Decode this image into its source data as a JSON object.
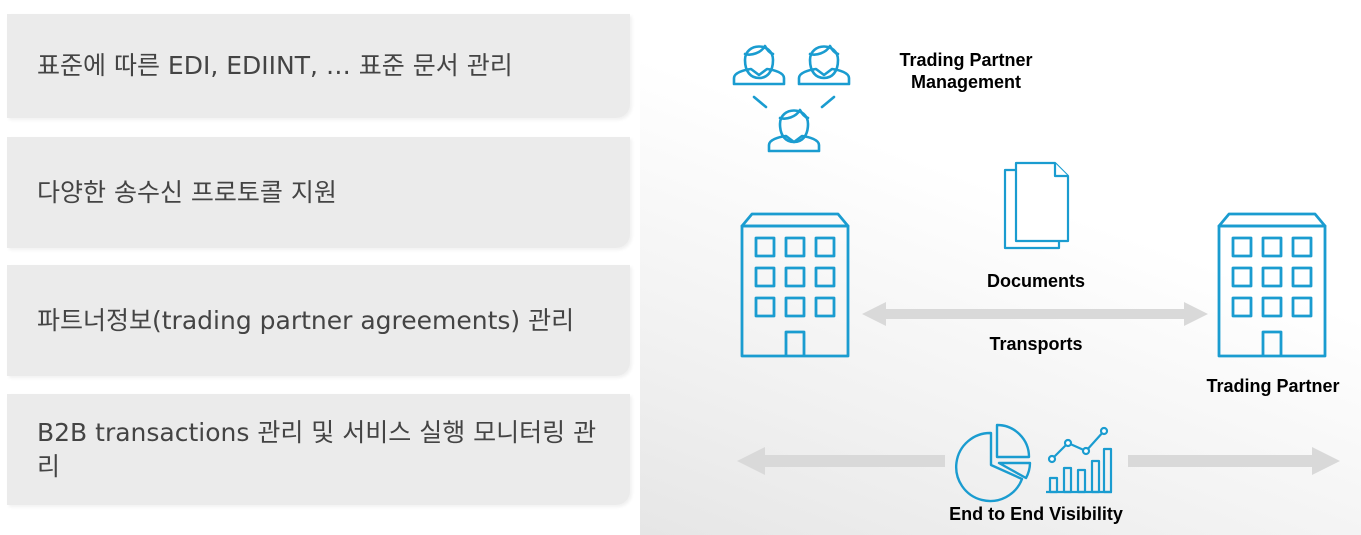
{
  "features": [
    {
      "text": "표준에 따른 EDI, EDIINT, … 표준 문서 관리"
    },
    {
      "text": "다양한 송수신 프로토콜 지원"
    },
    {
      "text": "파트너정보(trading partner agreements) 관리"
    },
    {
      "text": "B2B transactions 관리 및 서비스 실행 모니터링 관리"
    }
  ],
  "diagram": {
    "tpm_label": "Trading Partner Management",
    "documents_label": "Documents",
    "transports_label": "Transports",
    "trading_partner_label": "Trading Partner",
    "visibility_label": "End to End Visibility"
  },
  "colors": {
    "icon_blue": "#1a9cd0",
    "arrow_gray": "#d9d9d9",
    "box_gray": "#ebebeb"
  },
  "icons": [
    "users-icon",
    "documents-icon",
    "building-icon",
    "pie-chart-icon",
    "line-bar-chart-icon"
  ]
}
